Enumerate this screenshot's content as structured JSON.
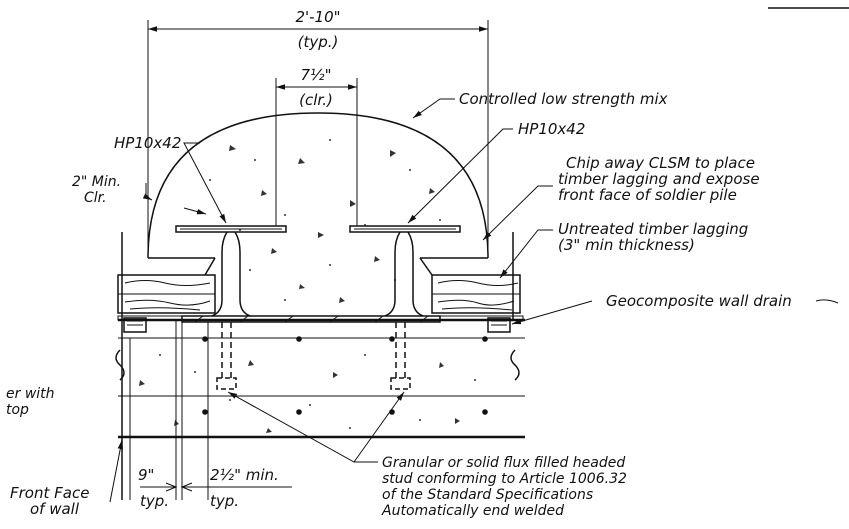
{
  "dimensions": {
    "overall_width": "2'-10\"",
    "overall_width_note": "(typ.)",
    "clear_width": "7½\"",
    "clear_width_note": "(clr.)",
    "min_clearance": "2\" Min.",
    "min_clearance_2": "Clr.",
    "offset_9": "9\"",
    "offset_9_note": "typ.",
    "stud_min": "2½\" min.",
    "stud_min_note": "typ."
  },
  "labels": {
    "pile_left": "HP10x42",
    "pile_right": "HP10x42",
    "clsm": "Controlled low strength mix",
    "chip_1": "Chip away CLSM to place",
    "chip_2": "timber lagging and expose",
    "chip_3": "front face of soldier pile",
    "lagging_1": "Untreated timber lagging",
    "lagging_2": "(3\" min thickness)",
    "drain": "Geocomposite wall drain",
    "filler_1": "er with",
    "filler_2": "top",
    "front_face_1": "Front Face",
    "front_face_2": "of wall",
    "stud_1": "Granular or solid flux filled headed",
    "stud_2": "stud conforming to Article 1006.32",
    "stud_3": "of the Standard Specifications",
    "stud_4": "Automatically end welded"
  }
}
